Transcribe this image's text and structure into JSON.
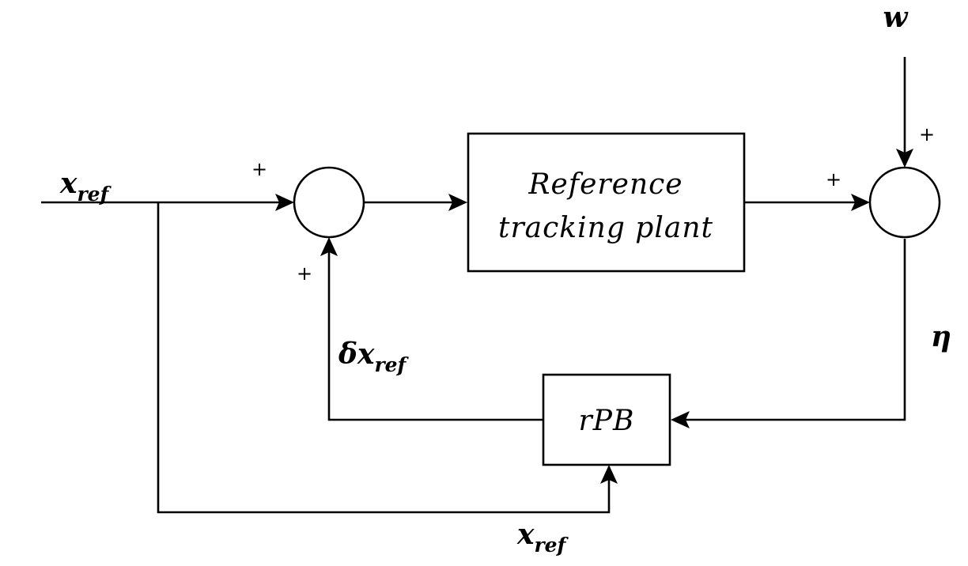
{
  "blocks": {
    "plant": {
      "line1": "Reference",
      "line2": "tracking plant"
    },
    "rpb": {
      "label": "rPB"
    }
  },
  "signals": {
    "x_ref_input": {
      "main": "x",
      "sub": "ref"
    },
    "x_ref_bottom": {
      "main": "x",
      "sub": "ref"
    },
    "delta_x_ref": {
      "main": "δx",
      "sub": "ref"
    },
    "w": {
      "main": "w"
    },
    "eta": {
      "main": "η"
    }
  },
  "signs": {
    "sum1_top": "+",
    "sum1_bottom": "+",
    "sum2_left": "+",
    "sum2_top": "+"
  }
}
